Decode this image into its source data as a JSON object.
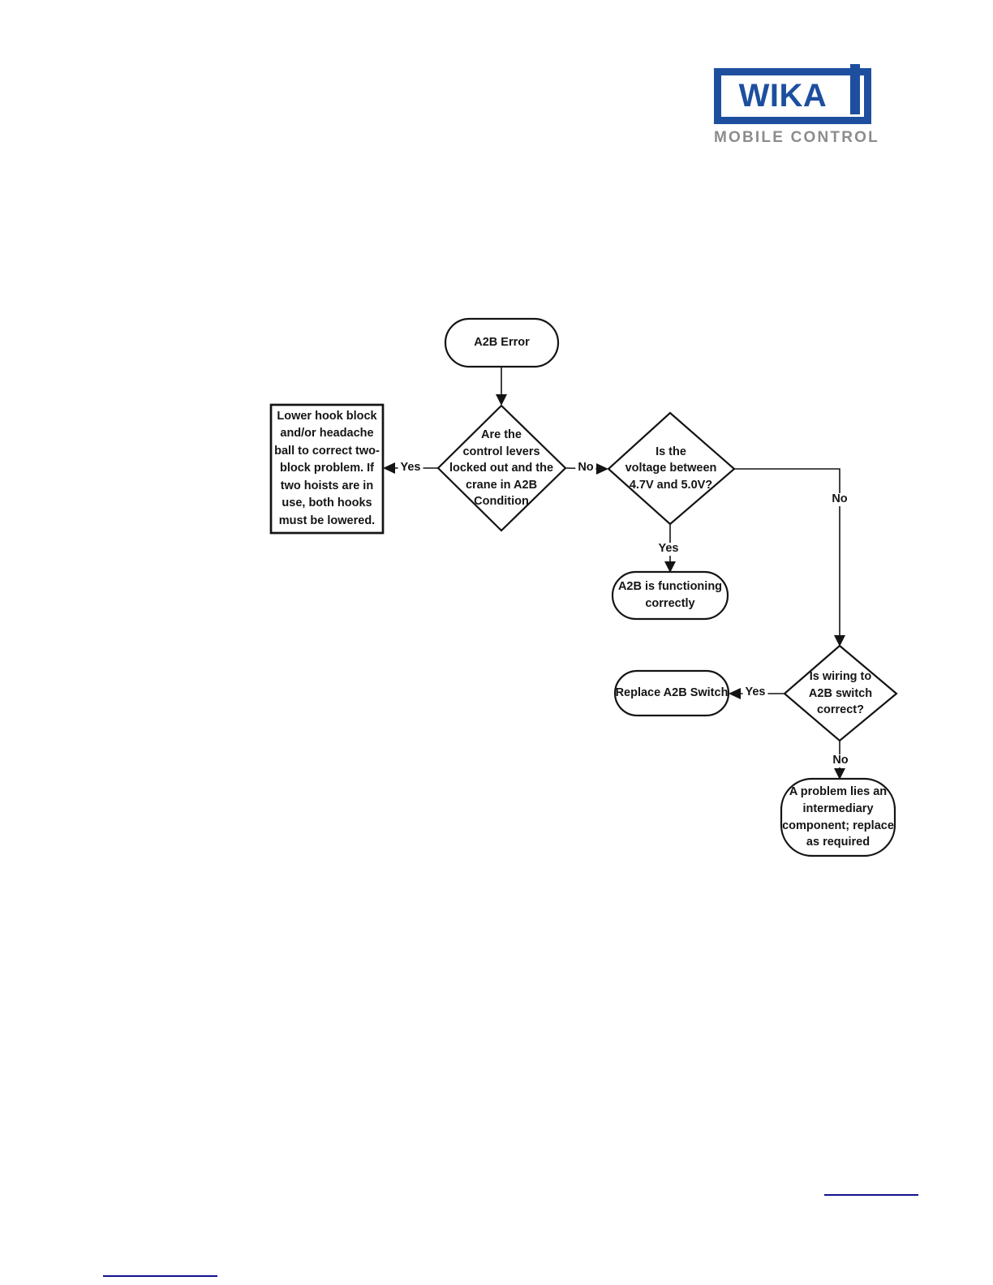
{
  "logo": {
    "brand": "WIKA",
    "subtitle": "MOBILE CONTROL"
  },
  "colors": {
    "brand_blue": "#1d4f9e",
    "subtitle_gray": "#8c8c8c",
    "diagram_ink": "#141414",
    "link_underline": "#12128f"
  },
  "flowchart": {
    "nodes": {
      "start": "A2B Error",
      "decision_levers": "Are the\ncontrol levers\nlocked out and the\ncrane in A2B\nCondition",
      "action_lower": "Lower hook block\nand/or headache\nball to correct two-\nblock problem. If\ntwo hoists are in\nuse, both hooks\nmust be lowered.",
      "decision_voltage": "Is the\nvoltage between\n4.7V and 5.0V?",
      "end_functioning": "A2B is functioning\ncorrectly",
      "decision_wiring": "Is wiring to\nA2B switch\ncorrect?",
      "end_replace": "Replace A2B Switch",
      "end_intermediary": "A problem lies an\nintermediary\ncomponent; replace\nas required"
    },
    "edges": {
      "levers_yes": "Yes",
      "levers_no": "No",
      "voltage_yes": "Yes",
      "voltage_no": "No",
      "wiring_yes": "Yes",
      "wiring_no": "No"
    }
  }
}
